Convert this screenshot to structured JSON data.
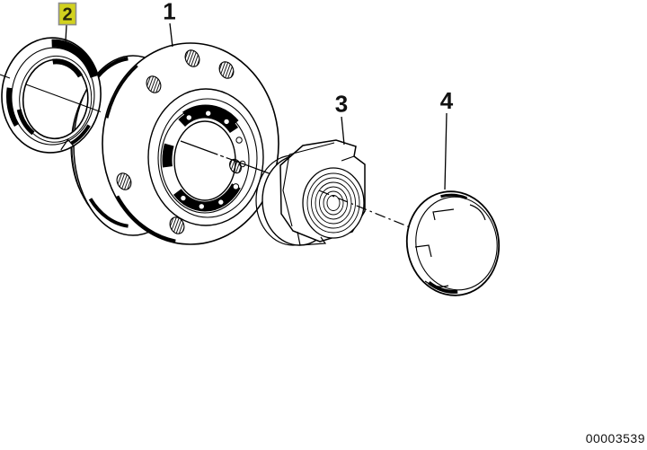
{
  "diagram": {
    "callouts": {
      "c1": {
        "label": "1",
        "highlighted": false
      },
      "c2": {
        "label": "2",
        "highlighted": true
      },
      "c3": {
        "label": "3",
        "highlighted": false
      },
      "c4": {
        "label": "4",
        "highlighted": false
      }
    },
    "drawing_number": "00003539",
    "colors": {
      "paper": "#ffffff",
      "ink": "#000000",
      "highlight_bg": "#d2d21e",
      "highlight_border": "#8c8c8c",
      "highlight_text": "#26260a"
    }
  }
}
